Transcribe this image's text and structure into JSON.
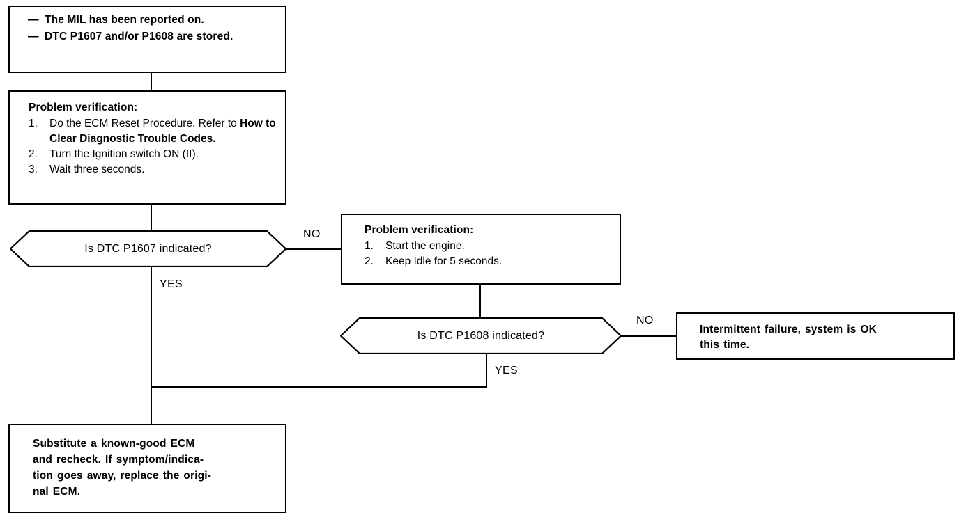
{
  "diagram": {
    "type": "troubleshooting-flowchart",
    "symptom_box": {
      "bullets": [
        "The MIL has been reported on.",
        "DTC P1607 and/or P1608 are stored."
      ],
      "dash_mark": "—"
    },
    "verification_box_1": {
      "heading": "Problem verification:",
      "steps": [
        {
          "num": "1.",
          "text_before": "Do the ECM Reset Procedure. Refer to ",
          "emphasis": "How to Clear Diagnostic Trouble Codes.",
          "text_after": ""
        },
        {
          "num": "2.",
          "text_before": "Turn the Ignition switch ON (II).",
          "emphasis": "",
          "text_after": ""
        },
        {
          "num": "3.",
          "text_before": "Wait three seconds.",
          "emphasis": "",
          "text_after": ""
        }
      ]
    },
    "decision_1": {
      "question": "Is DTC P1607 indicated?",
      "no_label": "NO",
      "yes_label": "YES"
    },
    "verification_box_2": {
      "heading": "Problem verification:",
      "steps": [
        {
          "num": "1.",
          "text": "Start the engine."
        },
        {
          "num": "2.",
          "text": "Keep Idle for 5 seconds."
        }
      ]
    },
    "decision_2": {
      "question": "Is DTC P1608 indicated?",
      "no_label": "NO",
      "yes_label": "YES"
    },
    "intermittent_box": {
      "line_1": "Intermittent failure, system is OK",
      "line_2": "this time."
    },
    "final_box": {
      "line_1": "Substitute a known-good ECM",
      "line_2": "and recheck. If symptom/indica-",
      "line_3": "tion goes away, replace the origi-",
      "line_4": "nal ECM."
    },
    "colors": {
      "stroke": "#000000",
      "fill": "#ffffff",
      "text": "#000000"
    }
  }
}
